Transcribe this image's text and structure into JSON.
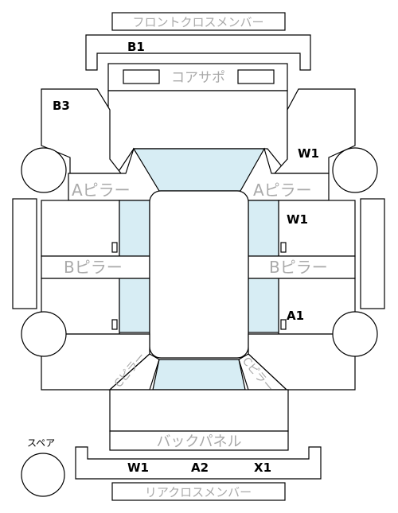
{
  "parts": {
    "front_cross_member": "フロントクロスメンバー",
    "core_support": "コアサポ",
    "a_pillar_left": "Aピラー",
    "a_pillar_right": "Aピラー",
    "b_pillar_left": "Bピラー",
    "b_pillar_right": "Bピラー",
    "c_pillar_left": "Cピラー",
    "c_pillar_right": "Cピラー",
    "back_panel": "バックパネル",
    "rear_cross_member": "リアクロスメンバー",
    "spare": "スペア"
  },
  "damage_codes": {
    "front_member": "B1",
    "front_left": "B3",
    "right_fender": "W1",
    "right_front_door": "W1",
    "right_rear_door": "A1",
    "rear_member_1": "W1",
    "rear_member_2": "A2",
    "rear_member_3": "X1"
  }
}
